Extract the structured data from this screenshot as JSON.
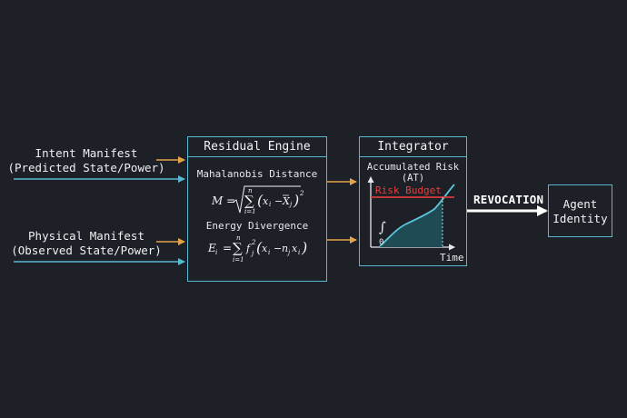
{
  "inputs": {
    "intent": {
      "line1": "Intent Manifest",
      "line2": "(Predicted State/Power)"
    },
    "physical": {
      "line1": "Physical Manifest",
      "line2": "(Observed State/Power)"
    }
  },
  "residual_engine": {
    "title": "Residual Engine",
    "metric1_label": "Mahalanobis Distance",
    "metric1_lhs": "M =",
    "metric2_label": "Energy Divergence",
    "metric2_lhs": "E",
    "metric2_lhs_sub": "i",
    "metric2_eq": "="
  },
  "integrator": {
    "title": "Integrator",
    "subtitle": "Accumulated Risk (AT)",
    "threshold_label": "Risk Budget",
    "x_axis_label": "Time",
    "origin_label": "0"
  },
  "revocation_label": "REVOCATION",
  "agent": {
    "line1": "Agent",
    "line2": "Identity"
  },
  "colors": {
    "background": "#1d2127",
    "box_border": "#56b9cf",
    "intent_arrow": "#e3a34a",
    "physical_arrow": "#56b9cf",
    "risk_line": "#d63a3a",
    "curve": "#5cc7da",
    "fill": "#1f4b55"
  }
}
